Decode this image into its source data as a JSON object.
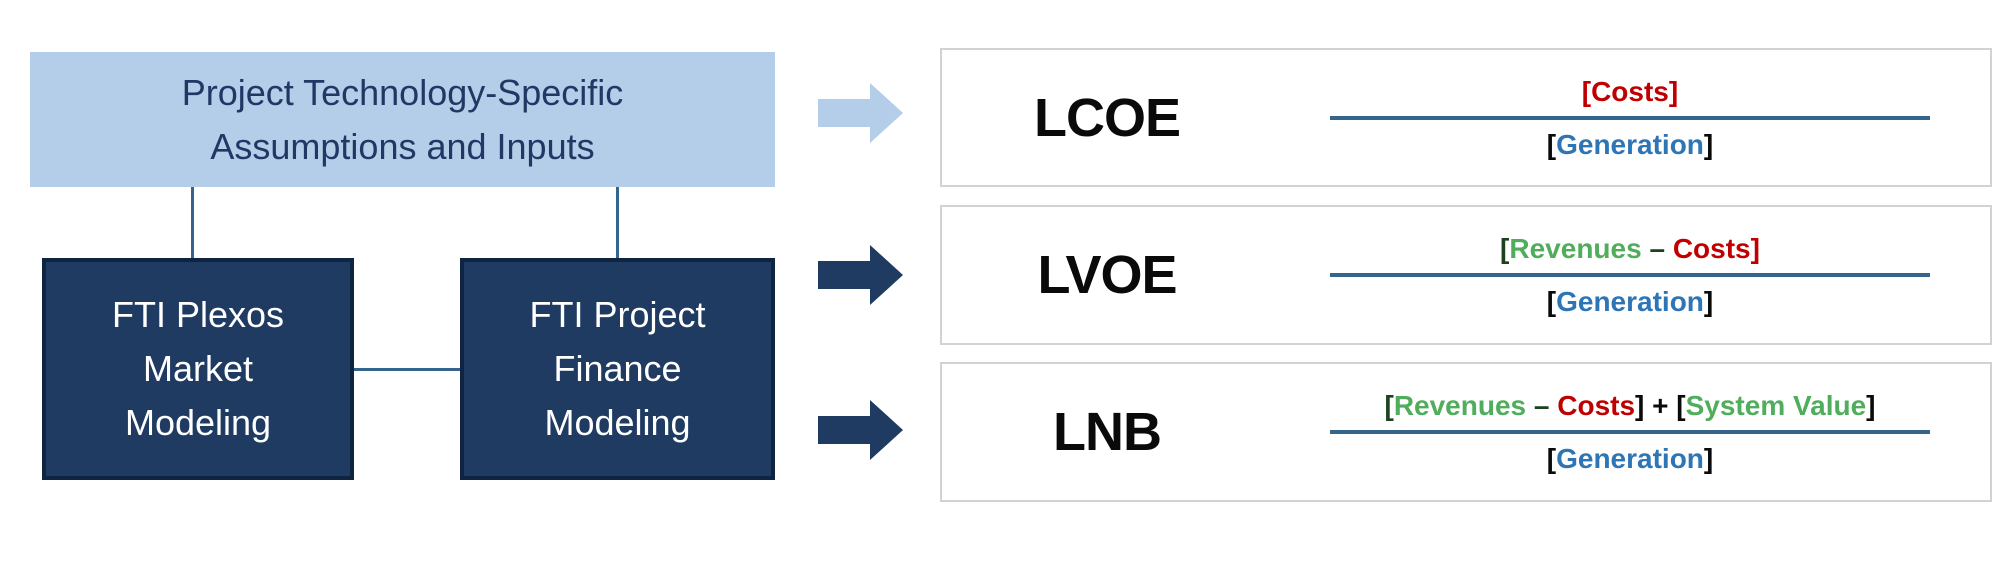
{
  "diagram": {
    "input_box": {
      "lines": [
        "Project Technology-Specific",
        "Assumptions and Inputs"
      ]
    },
    "market_box": {
      "lines": [
        "FTI Plexos",
        "Market",
        "Modeling"
      ]
    },
    "finance_box": {
      "lines": [
        "FTI Project",
        "Finance",
        "Modeling"
      ]
    },
    "arrows": [
      {
        "name": "arrow-to-lcoe",
        "style": "light-blue-block-arrow-right"
      },
      {
        "name": "arrow-to-lvoe",
        "style": "dark-navy-block-arrow-right"
      },
      {
        "name": "arrow-to-lnb",
        "style": "dark-navy-block-arrow-right"
      }
    ]
  },
  "formulas": [
    {
      "label": "LCOE",
      "numerator": {
        "costs": "[Costs]"
      },
      "denominator": {
        "open": "[",
        "generation": "Generation",
        "close": "]"
      }
    },
    {
      "label": "LVOE",
      "numerator": {
        "open": "[",
        "revenues": "Revenues",
        "minus": " – ",
        "costs_close": "Costs]"
      },
      "denominator": {
        "open": "[",
        "generation": "Generation",
        "close": "]"
      }
    },
    {
      "label": "LNB",
      "numerator": {
        "open": "[",
        "revenues": "Revenues",
        "minus": " – ",
        "costs": "Costs",
        "close_plus_open": "] + [",
        "system_value": "System Value",
        "close": "]"
      },
      "denominator": {
        "open": "[",
        "generation": "Generation",
        "close": "]"
      }
    }
  ],
  "colors": {
    "light_blue": "#B4CDE8",
    "navy_text": "#1F3864",
    "box_navy": "#1F3B62",
    "box_navy_border": "#0F2440",
    "steel": "#35658C",
    "red": "#C00000",
    "green": "#4FAD5B",
    "dark_green": "#1C4220",
    "blue": "#2E75B6",
    "border_gray": "#D2D2D2",
    "label_black": "#0A0A0A",
    "white": "#FFFFFF"
  }
}
